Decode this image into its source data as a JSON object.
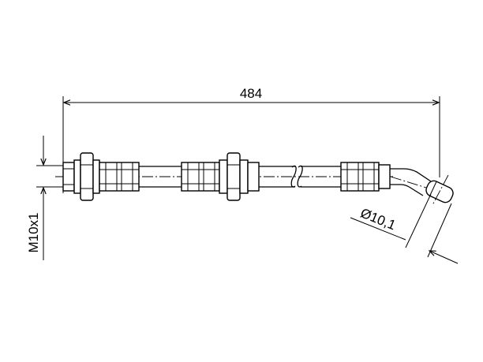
{
  "dimensions": {
    "length": "484",
    "thread": "M10x1",
    "diameter": "Ø10,1"
  },
  "colors": {
    "stroke": "#000000",
    "background": "#ffffff"
  }
}
